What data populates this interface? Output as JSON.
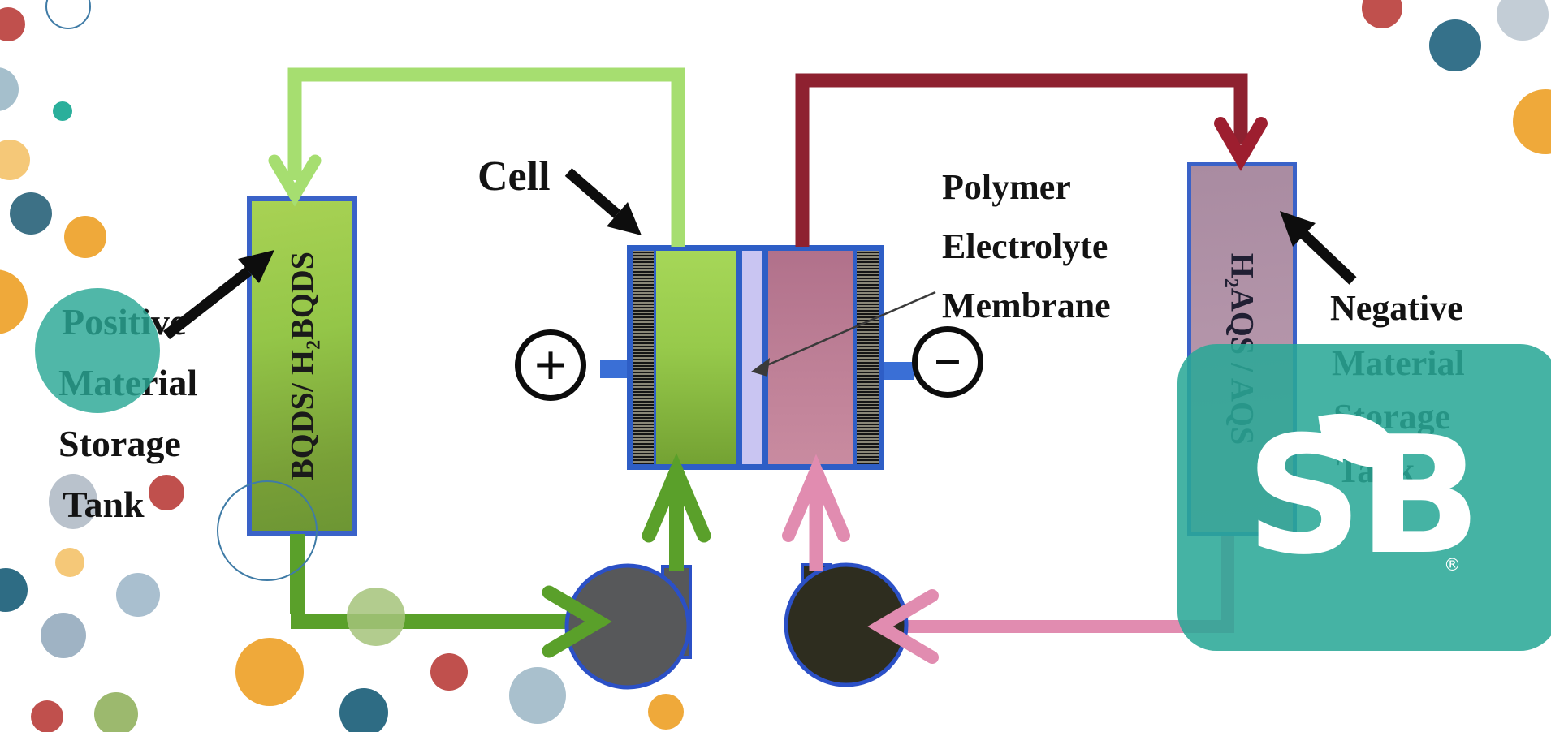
{
  "diagram": {
    "cell": {
      "label": "Cell",
      "positive_terminal": "+",
      "negative_terminal": "−"
    },
    "membrane_label": {
      "line1": "Polymer",
      "line2": "Electrolyte",
      "line3": "Membrane"
    },
    "positive_tank": {
      "chemical_label": "BQDS/ H₂BQDS",
      "caption_line1": "Positive",
      "caption_line2": "Material",
      "caption_line3": "Storage",
      "caption_line4": "Tank"
    },
    "negative_tank": {
      "chemical_label": "H₂AQS / AQS",
      "caption_line1": "Negative",
      "caption_line2": "Material",
      "caption_line3": "Storage",
      "caption_line4": "Tank"
    },
    "colors": {
      "charge_flow_light_green": "#a6de70",
      "charge_flow_dark_green": "#5aa02a",
      "discharge_flow_dark_red": "#8e2130",
      "discharge_flow_pink": "#e18cb0",
      "cell_frame_blue": "#2e5ec6",
      "membrane_lavender": "#c9c5f2",
      "brand_teal": "#29a896"
    }
  },
  "logo": {
    "text": "SB",
    "registered_mark": "®"
  }
}
